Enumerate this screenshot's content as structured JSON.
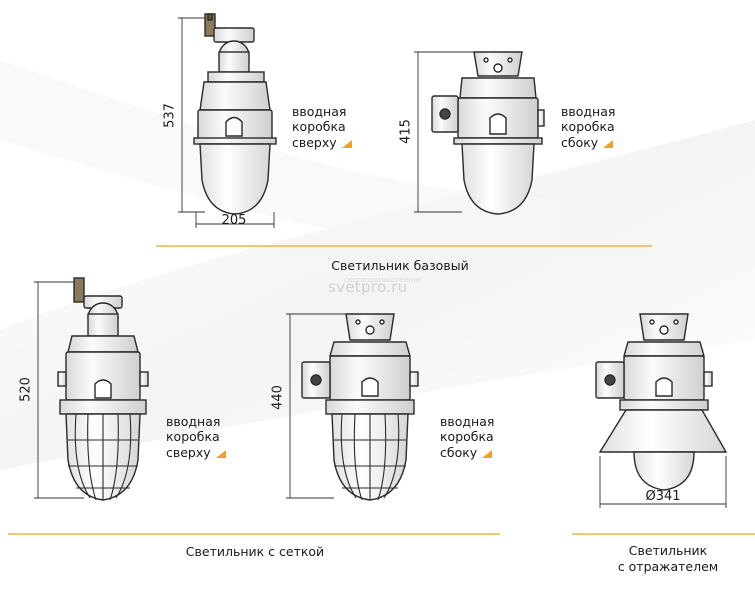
{
  "colors": {
    "accent": "#f0a02a",
    "line": "#2a2a2a",
    "body_fill": "#f4f4f4"
  },
  "watermark": {
    "main": "svetpro.ru",
    "small": "светопромышленник"
  },
  "lamps": {
    "base_top": {
      "dim_height": "537",
      "dim_width": "205",
      "label": "вводная\nкоробка\nсверху"
    },
    "base_side": {
      "dim_height": "415",
      "label": "вводная\nкоробка\nсбоку"
    },
    "grid_top": {
      "dim_height": "520",
      "label": "вводная\nкоробка\nсверху"
    },
    "grid_side": {
      "dim_height": "440",
      "label": "вводная\nкоробка\nсбоку"
    },
    "reflector": {
      "dim_width": "Ø341"
    }
  },
  "captions": {
    "base": "Светильник базовый",
    "grid": "Светильник с сеткой",
    "reflector": "Светильник\nс отражателем"
  }
}
